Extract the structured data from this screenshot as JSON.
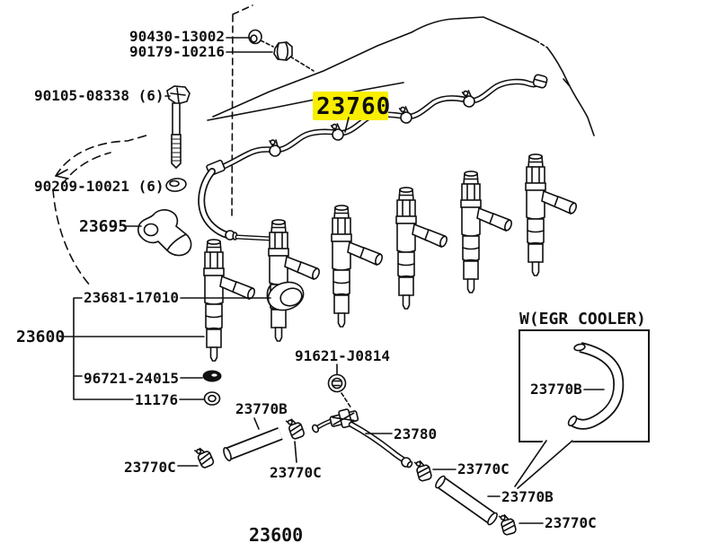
{
  "diagram": {
    "description": "Toyota parts catalog diagram - fuel injection nozzle and pipe assembly",
    "highlight": {
      "color": "#f8ee00"
    },
    "labels": {
      "l90430": "90430-13002",
      "l90179": "90179-10216",
      "l90105": "90105-08338 (6)",
      "l23760": "23760",
      "l90209": "90209-10021 (6)",
      "l23695": "23695",
      "l23681": "23681-17010",
      "l23600_left": "23600",
      "l96721": "96721-24015",
      "l11176": "11176",
      "l23770b_center": "23770B",
      "l91621": "91621-J0814",
      "l23780": "23780",
      "l23770c_left": "23770C",
      "l23770c_mid": "23770C",
      "l23770c_right": "23770C",
      "l23770b_right": "23770B",
      "l23770c_bottom": "23770C",
      "l23600_bottom": "23600",
      "egr_header": "W(EGR COOLER)",
      "l23770b_egr": "23770B"
    }
  }
}
